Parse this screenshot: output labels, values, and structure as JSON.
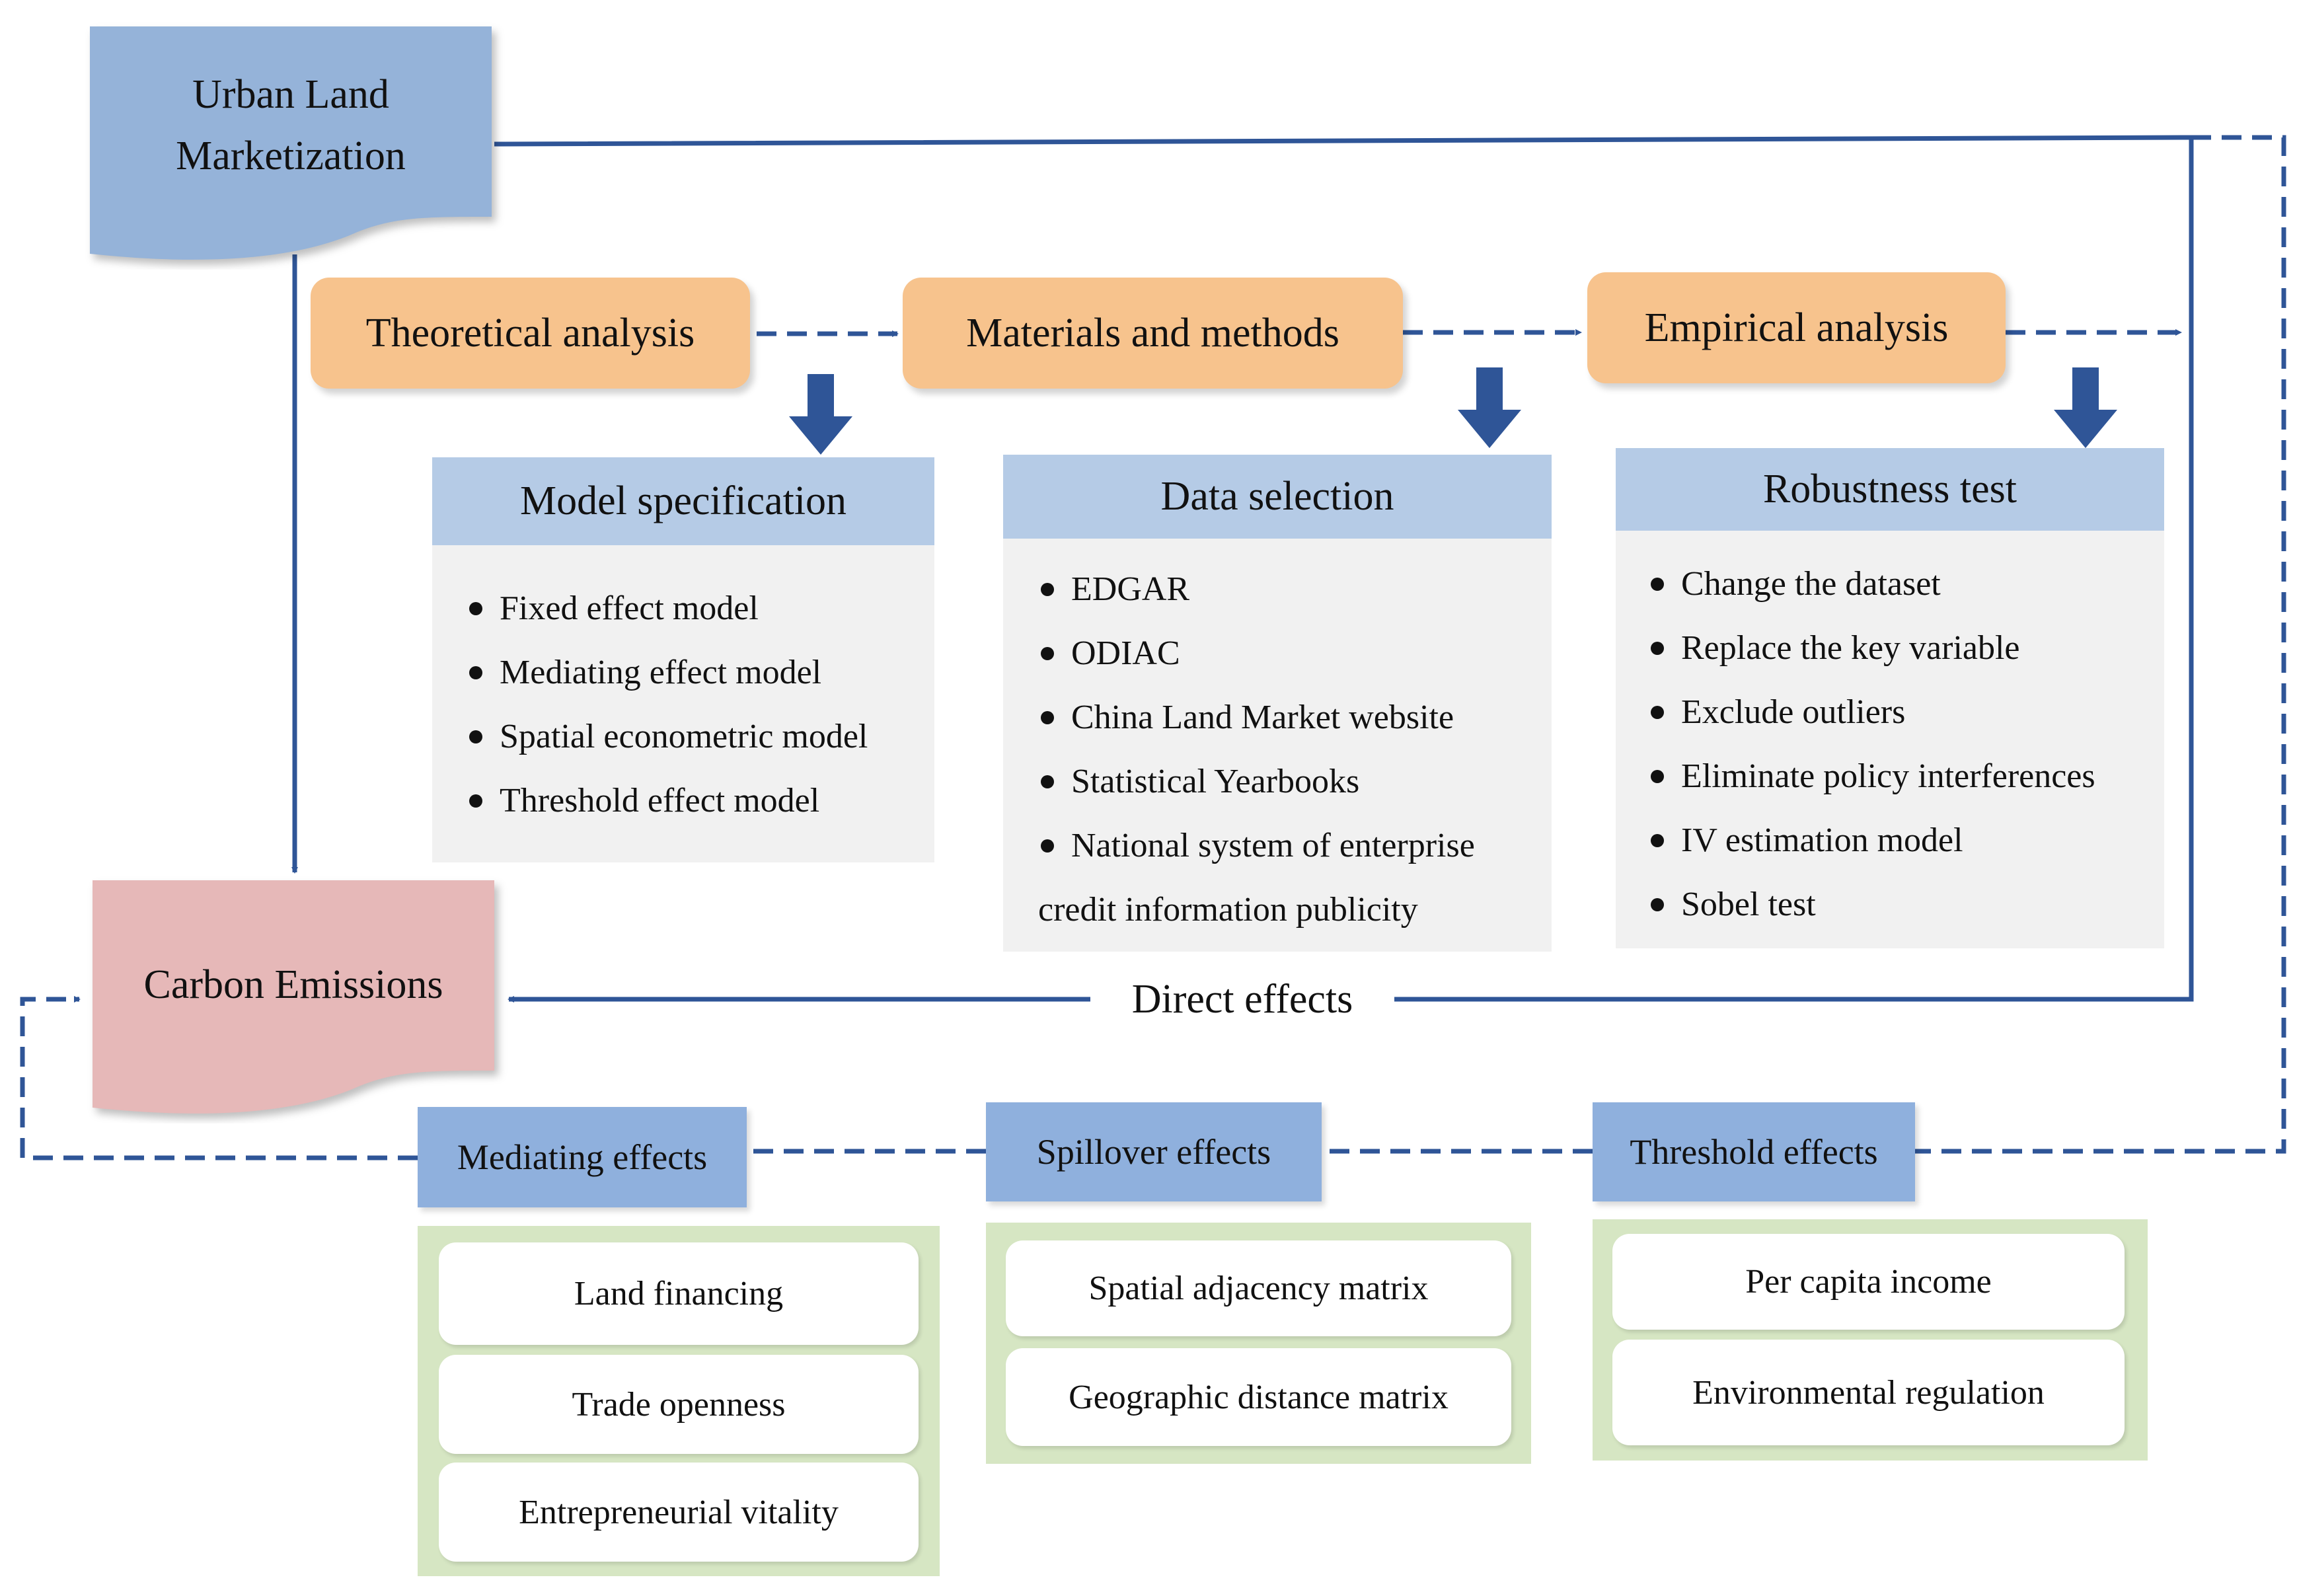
{
  "nodes": {
    "urban_land": "Urban Land Marketization",
    "carbon": "Carbon Emissions",
    "theoretical": "Theoretical analysis",
    "materials": "Materials and methods",
    "empirical": "Empirical analysis"
  },
  "model_spec": {
    "title": "Model specification",
    "items": [
      "Fixed effect model",
      "Mediating effect model",
      "Spatial econometric model",
      "Threshold effect model"
    ]
  },
  "data_selection": {
    "title": "Data selection",
    "items": [
      "EDGAR",
      "ODIAC",
      "China Land Market website",
      "Statistical Yearbooks",
      "National system of enterprise"
    ],
    "continuation": "credit information publicity"
  },
  "robustness": {
    "title": "Robustness test",
    "items": [
      "Change the dataset",
      "Replace the key variable",
      "Exclude outliers",
      "Eliminate policy interferences",
      "IV estimation model",
      "Sobel test"
    ]
  },
  "direct_effects": "Direct effects",
  "mediating": {
    "label": "Mediating effects",
    "items": [
      "Land financing",
      "Trade openness",
      "Entrepreneurial vitality"
    ]
  },
  "spillover": {
    "label": "Spillover effects",
    "items": [
      "Spatial adjacency matrix",
      "Geographic distance matrix"
    ]
  },
  "threshold": {
    "label": "Threshold effects",
    "items": [
      "Per capita income",
      "Environmental regulation"
    ]
  },
  "colors": {
    "arrow": "#2f5597",
    "urban_land_fill": "#95b3d9",
    "carbon_fill": "#e6b8b8",
    "orange_fill": "#f7c38d",
    "header_fill": "#b5cbe6",
    "effect_fill": "#8fb0dd",
    "green_fill": "#d6e6c3"
  }
}
